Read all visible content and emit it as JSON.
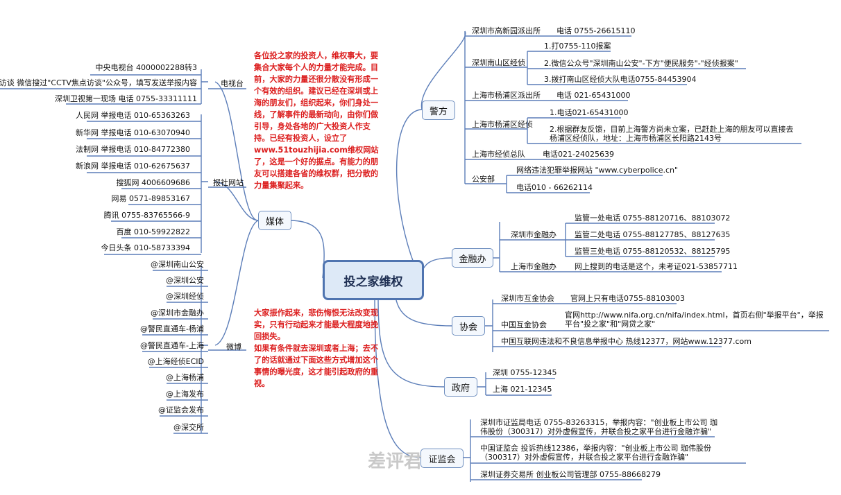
{
  "center": "投之家维权",
  "media": {
    "label": "媒体",
    "tv": {
      "label": "电视台",
      "items": [
        "中央电视台 4000002288转3",
        "焦点访谈 微信搜过\"CCTV焦点访谈\"公众号，填写发送举报内容",
        "深圳卫视第一现场 电话 0755-33311111"
      ]
    },
    "news": {
      "label": "报社网站",
      "items": [
        "人民网 举报电话 010-65363263",
        "新华网 举报电话 010-63070940",
        "法制网 举报电话 010-84772380",
        "新浪网 举报电话 010-62675637",
        "搜狐网 4006609686",
        "网易 0571-89853167",
        "腾讯 0755-83765566-9",
        "百度 010-59922822",
        "今日头条 010-58733394"
      ]
    },
    "weibo": {
      "label": "微博",
      "items": [
        "@深圳南山公安",
        "@深圳公安",
        "@深圳经侦",
        "@深圳市金融办",
        "@警民直通车-杨浦",
        "@警民直通车-上海",
        "@上海经侦ECID",
        "@上海杨浦",
        "@上海发布",
        "@证监会发布",
        "@深交所"
      ]
    }
  },
  "notes": {
    "top": "各位投之家的投资人，维权事大，要集合大家每个人的力量才能完成。目前，大家的力量还很分散没有形成一个有效的组织。建议已经在深圳或上海的朋友们，组织起来，你们身处一线，了解事件的最新动向，由你们做引导，身处各地的广大投资人作支持。已经有投资人，设立了www.51touzhijia.com维权网站了，这是一个好的据点。有能力的朋友可以搭建各省的维权群，把分散的力量集聚起来。",
    "bottom": "大家振作起来，悲伤悔恨无法改变现实，只有行动起来才能最大程度地挽回损失。\n如果有条件就去深圳或者上海；去不了的话就通过下面这些方式增加这个事情的曝光度，这才能引起政府的重视。"
  },
  "police": {
    "label": "警方",
    "groups": [
      {
        "label": "深圳市高新园派出所",
        "items": [
          "电话 0755-26615110"
        ]
      },
      {
        "label": "深圳南山区经侦",
        "items": [
          "1.打0755-110报案",
          "2.微信公众号\"深圳南山公安\"-下方\"便民服务\"-\"经侦报案\"",
          "3.拨打南山区经侦大队电话0755-84453904"
        ]
      },
      {
        "label": "上海市杨浦区派出所",
        "items": [
          "电话 021-65431000"
        ]
      },
      {
        "label": "上海市杨浦区经侦",
        "items": [
          "1.电话021-65431000",
          "2.根据群友反馈，目前上海警方尚未立案，已赶赴上海的朋友可以直接去杨浦区经侦队，地址：上海市杨浦区长阳路2143号"
        ]
      },
      {
        "label": "上海市经侦总队",
        "items": [
          "电话021-24025639"
        ]
      },
      {
        "label": "公安部",
        "items": [
          "网络违法犯罪举报网站 \"www.cyberpolice.cn\"",
          "电话010 - 66262114"
        ]
      }
    ]
  },
  "finance": {
    "label": "金融办",
    "groups": [
      {
        "label": "深圳市金融办",
        "items": [
          "监管一处电话 0755-88120716、88103072",
          "监管二处电话 0755-88127785、88127635",
          "监管三处电话 0755-88120532、88125795"
        ]
      },
      {
        "label": "上海市金融办",
        "items": [
          "网上搜到的电话是这个，未考证021-53857711"
        ]
      }
    ]
  },
  "assoc": {
    "label": "协会",
    "groups": [
      {
        "label": "深圳市互金协会",
        "items": [
          "官网上只有电话0755-88103003"
        ]
      },
      {
        "label": "中国互金协会",
        "items": [
          "官网http://www.nifa.org.cn/nifa/index.html，首页右侧\"举报平台\"，举报平台\"投之家\"和\"网贷之家\""
        ]
      }
    ],
    "extra": "中国互联网违法和不良信息举报中心 热线12377，网站www.12377.com"
  },
  "gov": {
    "label": "政府",
    "items": [
      "深圳 0755-12345",
      "上海 021-12345"
    ]
  },
  "csrc": {
    "label": "证监会",
    "items": [
      "深圳市证监局电话 0755-83263315，举报内容：\"创业板上市公司 珈伟股份（300317）对外虚假宣传，并联合投之家平台进行金融诈骗\"",
      "中国证监会 投诉热线12386，举报内容：\"创业板上市公司 珈伟股份（300317）对外虚假宣传，并联合投之家平台进行金融诈骗\"",
      "深圳证券交易所 创业板公司管理部 0755-88668279"
    ]
  },
  "watermark": "差评君",
  "colors": {
    "line": "#5b7db8",
    "accent": "#dc1e1e",
    "node_border": "#4f74b0"
  }
}
